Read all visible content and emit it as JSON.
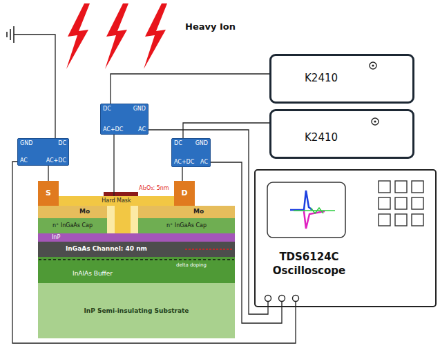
{
  "diagram": {
    "nodes": [
      {
        "text": [
          "K2410"
        ]
      },
      {
        "text": [
          "DC",
          "GND",
          "AC+DC",
          "AC"
        ]
      },
      {
        "text": [
          "K2410"
        ]
      },
      {
        "text": [
          "GND",
          "DC",
          "AC",
          "AC+DC"
        ]
      },
      {
        "text": [
          "DC",
          "GND",
          "AC+DC",
          "AC"
        ]
      },
      {
        "text": [
          "TDS6124C Oscilloscope"
        ]
      },
      {
        "text": [
          "S"
        ]
      },
      {
        "text": [
          "D"
        ]
      },
      {
        "text": [
          "Hard Mask"
        ]
      },
      {
        "text": [
          "Mo"
        ]
      },
      {
        "text": [
          "Mo"
        ]
      },
      {
        "text": [
          "n⁺ InGaAs Cap"
        ]
      },
      {
        "text": [
          "n⁺ InGaAs Cap"
        ]
      },
      {
        "text": [
          "InP"
        ]
      },
      {
        "text": [
          "InGaAs Channel: 40 nm"
        ]
      },
      {
        "text": [
          "InAlAs Buffer",
          "delta doping"
        ]
      },
      {
        "text": [
          "InP Semi-insulating Substrate"
        ]
      }
    ],
    "edges": [
      {
        "from": 1,
        "to": 0,
        "arrow": "none"
      },
      {
        "from": 4,
        "to": 2,
        "arrow": "none"
      },
      {
        "from": 3,
        "to": 6,
        "arrow": "none"
      },
      {
        "from": 1,
        "to": 8,
        "arrow": "none"
      },
      {
        "from": 4,
        "to": 7,
        "arrow": "none"
      },
      {
        "from": 1,
        "to": 5,
        "arrow": "none"
      },
      {
        "from": 4,
        "to": 5,
        "arrow": "none"
      },
      {
        "from": 3,
        "to": 5,
        "arrow": "none"
      }
    ],
    "labels": [
      "Heavy Ion",
      "Al₂O₃: 5nm"
    ]
  }
}
